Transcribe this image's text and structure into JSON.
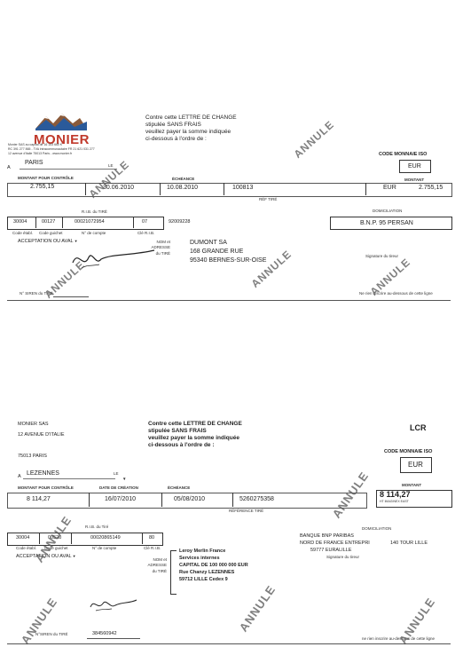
{
  "draft1": {
    "company": "MONIER",
    "company_small_lines": [
      "Monier SAS au capital de 16 153 660 €",
      "RC 391 277 865 - TVA intracommunautaire FR 21 621 031 277",
      "12 avenue d'Italie 75013 Paris - www.monier.fr"
    ],
    "header": [
      "Contre cette LETTRE DE CHANGE",
      "stipulée SANS FRAIS",
      "veuillez payer la somme indiquée",
      "ci-dessous à l'ordre de :"
    ],
    "code_monnaie_label": "CODE MONNAIE ISO",
    "code_monnaie": "EUR",
    "place_letter": "A",
    "place": "PARIS",
    "le_label": "LE",
    "montant_controle_label": "MONTANT POUR CONTRÔLE",
    "montant_controle": "2.755,15",
    "date": "30.06.2010",
    "echeance_label": "ÉCHÉANCE",
    "echeance": "10.08.2010",
    "ref": "100813",
    "currency": "EUR",
    "montant_label": "MONTANT",
    "montant": "2.755,15",
    "ref_tire_label": "RÉF TIRÉ",
    "rib_label": "R.I.B. du TIRÉ",
    "rib_code_etab": "30004",
    "rib_code_guichet": "00127",
    "rib_compte": "00021072954",
    "rib_cle": "07",
    "siren_value": "92009228",
    "rib_labels": [
      "Code établ.",
      "Code guichet",
      "N° de compte",
      "Clé R.I.B."
    ],
    "domiciliation_label": "DOMICILIATION",
    "domiciliation": "B.N.P. 95 PERSAN",
    "acceptation": "ACCEPTATION OU AVAL",
    "nom_adresse_label": "NOM et ADRESSE du TIRÉ",
    "tire_lines": [
      "DUMONT SA",
      "168 GRANDE RUE",
      "95340 BERNES-SUR-OISE"
    ],
    "signature_tireur": "Signature du tireur",
    "siren_label": "N° SIREN du TIRÉ",
    "footer": "Ne rien inscrire au-dessous de cette ligne",
    "stamp": "ANNULE"
  },
  "draft2": {
    "drawer_lines": [
      "MONIER SAS",
      "12 AVENUE D'ITALIE",
      "",
      "75013 PARIS"
    ],
    "header": [
      "Contre cette LETTRE DE CHANGE",
      "stipulée SANS FRAIS",
      "veuillez payer la somme indiquée",
      "ci-dessous à l'ordre de :"
    ],
    "lcr": "LCR",
    "code_monnaie_label": "CODE MONNAIE ISO",
    "code_monnaie": "EUR",
    "place_letter": "A",
    "place": "LEZENNES",
    "le_label": "LE",
    "montant_controle_label": "MONTANT POUR CONTRÔLE",
    "montant_controle": "8 114,27",
    "date_label": "DATE DE CRÉATION",
    "date": "16/07/2010",
    "echeance_label": "ÉCHÉANCE",
    "echeance": "05/08/2010",
    "ref": "5260275358",
    "ref_tire_label": "RÉFÉRENCE TIRÉ",
    "montant_label": "MONTANT",
    "montant": "8 114,27",
    "montant_sub": "HT  IMAGINEX EAST",
    "rib_label": "R.I.B. du Tiré",
    "rib_code_etab": "30004",
    "rib_code_guichet": "00520",
    "rib_compte": "00020865149",
    "rib_cle": "80",
    "rib_labels": [
      "Code établ.",
      "Code guichet",
      "N° de compte",
      "Clé R.I.B."
    ],
    "domiciliation_label": "DOMICILIATION",
    "domiciliation_lines": [
      "BANQUE BNP PARIBAS",
      "NORD DE FRANCE ENTREPRI",
      "59777 EURALILLE"
    ],
    "domiciliation_extra": "140 TOUR LILLE",
    "acceptation": "ACCEPTATION OU AVAL",
    "nom_adresse_label": "NOM et ADRESSE du TIRÉ",
    "tire_lines": [
      "Leroy Merlin France",
      "Services internes",
      "CAPITAL DE 100 000 000 EUR",
      "Rue Chanzy LEZENNES",
      "59712  LILLE Cedex 9"
    ],
    "signature_tireur": "Signature du tireur",
    "siren_label": "N°SIREN du TIRÉ",
    "siren": "384560942",
    "footer": "ne rien inscrire au-dessous de cette ligne",
    "stamp": "ANNULE"
  },
  "colors": {
    "logo_red": "#c0392b",
    "logo_blue": "#2a5a9a",
    "logo_brown": "#8a5a3a"
  }
}
